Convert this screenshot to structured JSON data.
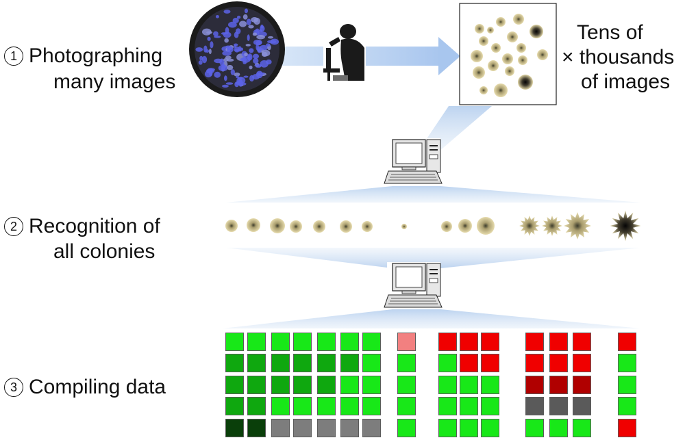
{
  "steps": [
    {
      "num": "1",
      "line1": "Photographing",
      "line2": "many images"
    },
    {
      "num": "2",
      "line1": "Recognition of",
      "line2": "all colonies"
    },
    {
      "num": "3",
      "line1": "Compiling data",
      "line2": ""
    }
  ],
  "thumbnail_caption": {
    "line1": "Tens of",
    "line2": "× thousands",
    "line3": "of images"
  },
  "colors": {
    "beam": "#c9dcf3",
    "arrow": "#a8c6ee",
    "petri_rim": "#1b1b1b",
    "colony_blue": "#5c63e6",
    "colony_fill": "#e4d9a8",
    "colony_dark": "#2a2a2a",
    "bright_green": "#18e818",
    "mid_green": "#0fa80f",
    "dark_green": "#0a780a",
    "darkest_green": "#0a3f0a",
    "red": "#f00000",
    "dark_red": "#b00000",
    "pink": "#f28080",
    "gray": "#7d7d7d",
    "dark_gray": "#5a5a5a"
  },
  "heatmap": {
    "legend": {
      "B": "bright_green",
      "M": "mid_green",
      "D": "dark_green",
      "K": "darkest_green",
      "R": "red",
      "X": "dark_red",
      "P": "pink",
      "G": "gray",
      "H": "dark_gray"
    },
    "groups": [
      [
        "BMMMK",
        "BMMMK"
      ],
      [
        "BMMBG",
        "BMMBG",
        "BMMBG",
        "BMBBG",
        "BBBBG"
      ],
      [
        "PBBBB"
      ],
      [
        "RBBBB",
        "RRBBB",
        "RRBBB"
      ],
      [
        "RRXHB",
        "RRXHB",
        "RRXHB"
      ],
      [
        "RBBBR"
      ]
    ]
  }
}
